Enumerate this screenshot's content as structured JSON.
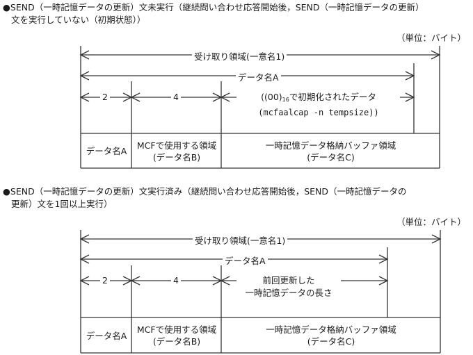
{
  "section1": {
    "heading_line1": "●SEND（一時記憶データの更新）文未実行（継続問い合わせ応答開始後，SEND（一時記憶データの更新）",
    "heading_line2": "文を実行していない（初期状態））",
    "unit": "（単位：バイト）",
    "arrows": {
      "receive_area": "受け取り領域(一意名1)",
      "data_name_a": "データ名A",
      "size_a": "2",
      "size_b": "4",
      "init_data_line1_pre": "((00)",
      "init_data_sub": "16",
      "init_data_line1_post": "で初期化されたデータ",
      "init_data_line2": "(mcfaalcap -n tempsize))"
    },
    "cells": {
      "a": "データ名A",
      "b_line1": "MCFで使用する領域",
      "b_line2": "(データ名B)",
      "c_line1": "一時記憶データ格納バッファ領域",
      "c_line2": "(データ名C)"
    }
  },
  "section2": {
    "heading_line1": "●SEND（一時記憶データの更新）文実行済み（継続問い合わせ応答開始後，SEND（一時記憶データの",
    "heading_line2": "更新）文を1回以上実行）",
    "unit": "（単位：バイト）",
    "arrows": {
      "receive_area": "受け取り領域(一意名1)",
      "data_name_a": "データ名A",
      "size_a": "2",
      "size_b": "4",
      "prev_line1": "前回更新した",
      "prev_line2": "一時記憶データの長さ"
    },
    "cells": {
      "a": "データ名A",
      "b_line1": "MCFで使用する領域",
      "b_line2": "(データ名B)",
      "c_line1": "一時記憶データ格納バッファ領域",
      "c_line2": "(データ名C)"
    }
  },
  "colors": {
    "line": "#333333",
    "text": "#1a1a1a",
    "background": "#ffffff"
  }
}
